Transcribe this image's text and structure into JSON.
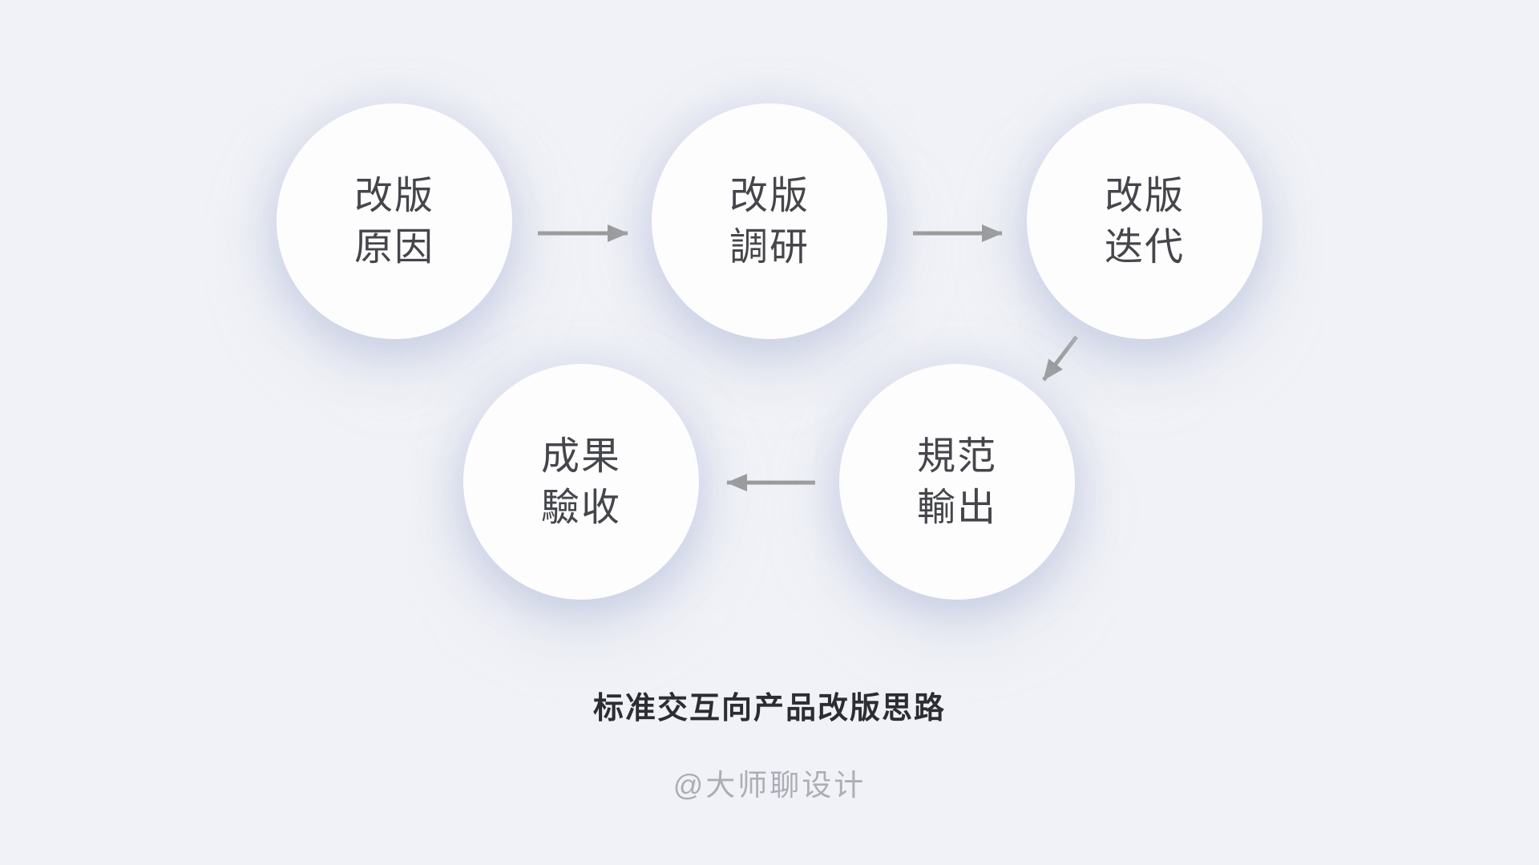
{
  "colors": {
    "background": "#f1f2f7",
    "circle_fill": "#fdfdfe",
    "circle_text": "#45464b",
    "arrow": "#9b9b9b",
    "title": "#2b2d33",
    "attribution": "#abaeb6"
  },
  "diagram": {
    "type": "flowchart",
    "nodes": [
      {
        "id": "reason",
        "label": "改版\n原因"
      },
      {
        "id": "research",
        "label": "改版\n調研"
      },
      {
        "id": "iteration",
        "label": "改版\n迭代"
      },
      {
        "id": "spec-output",
        "label": "規范\n輸出"
      },
      {
        "id": "acceptance",
        "label": "成果\n驗收"
      }
    ],
    "arrows": [
      {
        "from": "reason",
        "to": "research",
        "direction": "right"
      },
      {
        "from": "research",
        "to": "iteration",
        "direction": "right"
      },
      {
        "from": "iteration",
        "to": "spec-output",
        "direction": "down-left"
      },
      {
        "from": "spec-output",
        "to": "acceptance",
        "direction": "left"
      }
    ]
  },
  "caption": {
    "title": "标准交互向产品改版思路",
    "attribution": "@大师聊设计"
  }
}
